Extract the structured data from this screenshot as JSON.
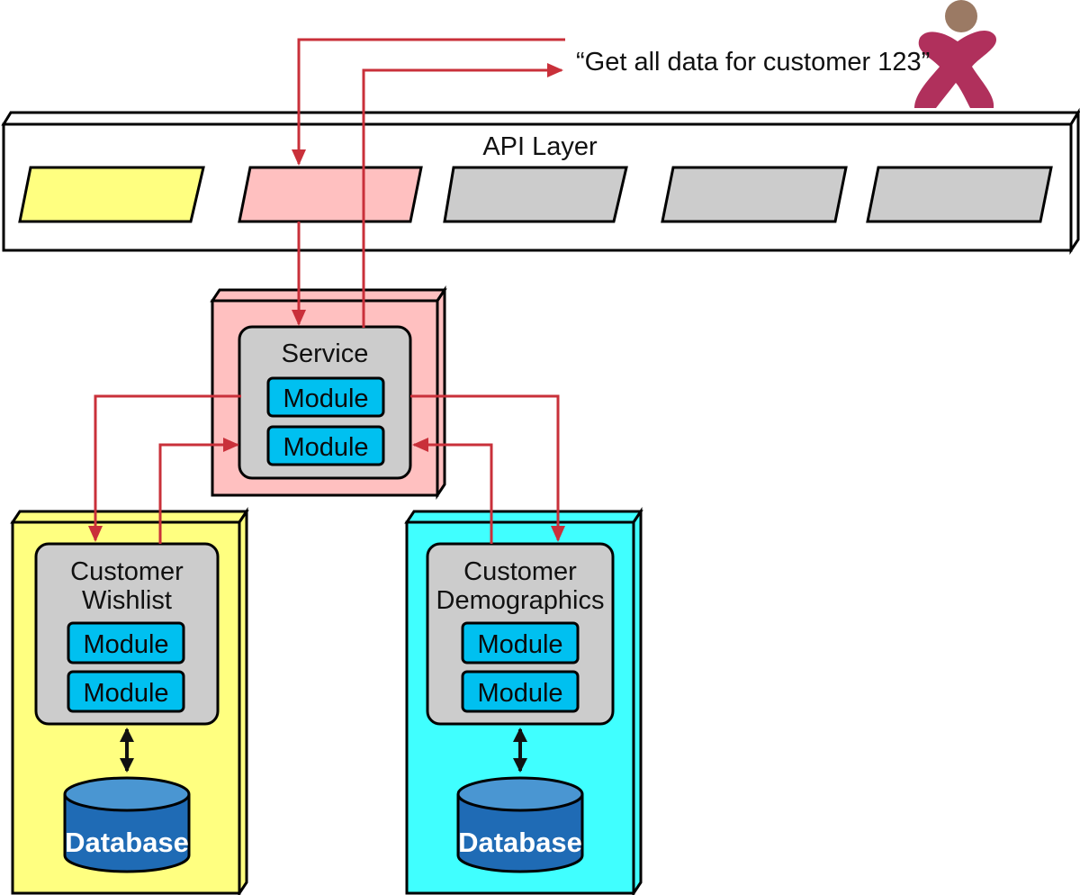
{
  "request": {
    "text": "“Get all data for customer 123”"
  },
  "api_layer": {
    "label": "API Layer"
  },
  "service": {
    "title": "Service",
    "modules": [
      "Module",
      "Module"
    ]
  },
  "wishlist": {
    "title_lines": [
      "Customer",
      "Wishlist"
    ],
    "modules": [
      "Module",
      "Module"
    ],
    "database": "Database"
  },
  "demographics": {
    "title_lines": [
      "Customer",
      "Demographics"
    ],
    "modules": [
      "Module",
      "Module"
    ],
    "database": "Database"
  },
  "colors": {
    "api_layer_bg": "#ffffff",
    "slot_yellow": "#ffff80",
    "slot_pink": "#ffc0c0",
    "slot_gray": "#cccccc",
    "service_container": "#ffc0c0",
    "wishlist_container": "#ffff80",
    "demographics_container": "#40ffff",
    "inner_box": "#cccccc",
    "module": "#00c0f0",
    "database": "#1f6bb5",
    "arrow": "#c9303a",
    "user_head": "#9b7a64",
    "user_body": "#b0305c"
  },
  "icons": {
    "user": "user-icon"
  }
}
